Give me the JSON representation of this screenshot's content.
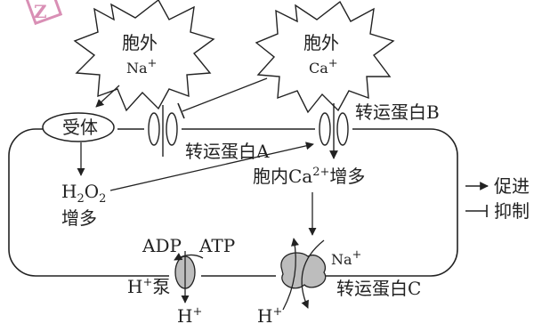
{
  "watermark": {
    "glyph": "Z"
  },
  "burst_outside_na": {
    "line1": "胞外",
    "ion": "Na",
    "charge": "+"
  },
  "burst_outside_ca": {
    "line1": "胞外",
    "ion": "Ca",
    "charge": "+"
  },
  "receptor": {
    "label": "受体"
  },
  "transporter_b": {
    "label": "转运蛋白B"
  },
  "transporter_a": {
    "label": "转运蛋白A"
  },
  "h2o2": {
    "H": "H",
    "sub1": "2",
    "O": "O",
    "sub2": "2",
    "line2": "增多"
  },
  "ca_inside": {
    "prefix": "胞内Ca",
    "charge": "2+",
    "suffix": "增多"
  },
  "adp": "ADP",
  "atp": "ATP",
  "h_pump": {
    "H": "H",
    "charge": "+",
    "label": "泵"
  },
  "h_out_left": {
    "H": "H",
    "charge": "+"
  },
  "h_out_right": {
    "H": "H",
    "charge": "+"
  },
  "na_right": {
    "ion": "Na",
    "charge": "+"
  },
  "transporter_c": {
    "label": "转运蛋白C"
  },
  "legend": {
    "promote": "促进",
    "inhibit": "抑制"
  },
  "colors": {
    "watermark": "#d98fb5",
    "stroke": "#222222",
    "protein_fill": "#bdbdbd"
  }
}
